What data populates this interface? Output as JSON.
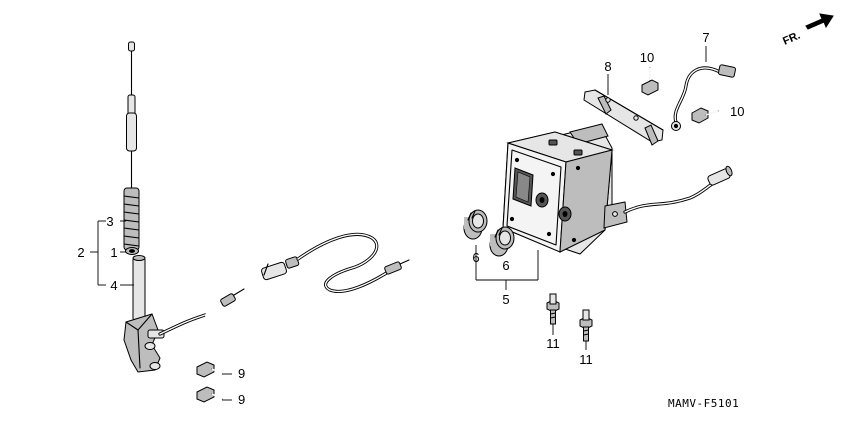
{
  "callouts": {
    "c1": "1",
    "c2": "2",
    "c3": "3",
    "c4": "4",
    "c5": "5",
    "c6a": "6",
    "c6b": "6",
    "c7": "7",
    "c8": "8",
    "c9a": "9",
    "c9b": "9",
    "c10a": "10",
    "c10b": "10",
    "c11a": "11",
    "c11b": "11"
  },
  "direction_label": "FR.",
  "diagram_code": "MAMV-F5101"
}
